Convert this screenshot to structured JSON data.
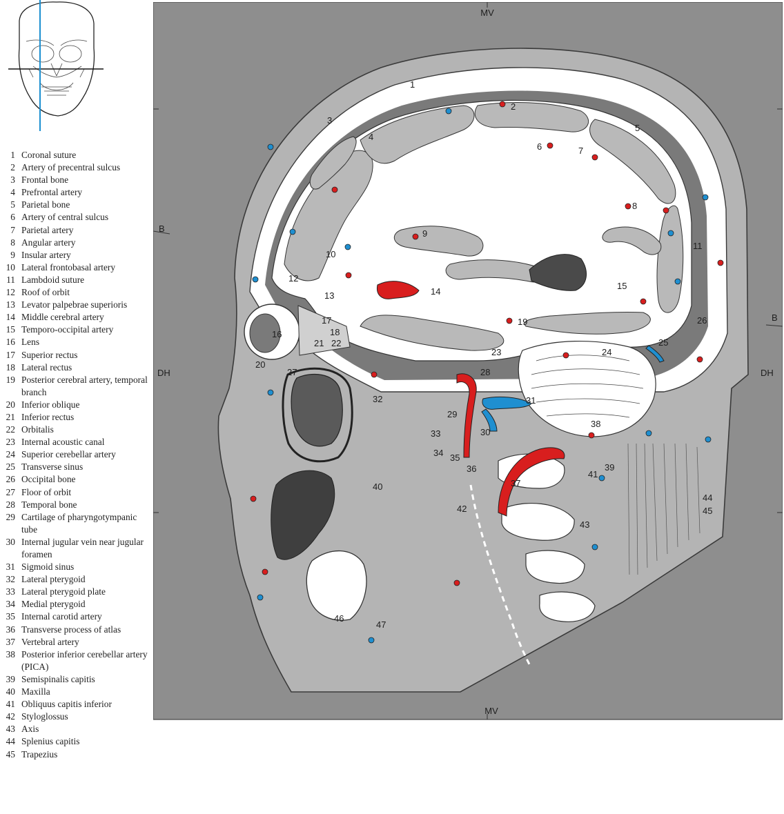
{
  "orientation_labels": {
    "top": "MV",
    "bottom": "MV",
    "left_upper": "B",
    "right_upper": "B",
    "left_mid": "DH",
    "right_mid": "DH"
  },
  "colors": {
    "artery": "#d81e1e",
    "vein": "#1f8fd0",
    "panel": "#8e8e8e",
    "scalp": "#b4b4b4",
    "brain_white": "#ffffff",
    "brain_grey": "#b9b9b9"
  },
  "legend": [
    {
      "num": "1",
      "text": "Coronal suture"
    },
    {
      "num": "2",
      "text": "Artery of precentral sulcus"
    },
    {
      "num": "3",
      "text": "Frontal bone"
    },
    {
      "num": "4",
      "text": "Prefrontal artery"
    },
    {
      "num": "5",
      "text": "Parietal bone"
    },
    {
      "num": "6",
      "text": "Artery of central sulcus"
    },
    {
      "num": "7",
      "text": "Parietal artery"
    },
    {
      "num": "8",
      "text": "Angular artery"
    },
    {
      "num": "9",
      "text": "Insular artery"
    },
    {
      "num": "10",
      "text": "Lateral frontobasal artery"
    },
    {
      "num": "11",
      "text": "Lambdoid suture"
    },
    {
      "num": "12",
      "text": "Roof of orbit"
    },
    {
      "num": "13",
      "text": "Levator palpebrae superioris"
    },
    {
      "num": "14",
      "text": "Middle cerebral artery"
    },
    {
      "num": "15",
      "text": "Temporo-occipital artery"
    },
    {
      "num": "16",
      "text": "Lens"
    },
    {
      "num": "17",
      "text": "Superior rectus"
    },
    {
      "num": "18",
      "text": "Lateral rectus"
    },
    {
      "num": "19",
      "text": "Posterior cerebral artery, temporal branch"
    },
    {
      "num": "20",
      "text": "Inferior oblique"
    },
    {
      "num": "21",
      "text": "Inferior rectus"
    },
    {
      "num": "22",
      "text": "Orbitalis"
    },
    {
      "num": "23",
      "text": "Internal acoustic canal"
    },
    {
      "num": "24",
      "text": "Superior cerebellar artery"
    },
    {
      "num": "25",
      "text": "Transverse sinus"
    },
    {
      "num": "26",
      "text": "Occipital bone"
    },
    {
      "num": "27",
      "text": "Floor of orbit"
    },
    {
      "num": "28",
      "text": "Temporal bone"
    },
    {
      "num": "29",
      "text": "Cartilage of pharyngotympanic tube"
    },
    {
      "num": "30",
      "text": "Internal jugular vein near jugular foramen"
    },
    {
      "num": "31",
      "text": "Sigmoid sinus"
    },
    {
      "num": "32",
      "text": "Lateral pterygoid"
    },
    {
      "num": "33",
      "text": "Lateral pterygoid plate"
    },
    {
      "num": "34",
      "text": "Medial pterygoid"
    },
    {
      "num": "35",
      "text": "Internal carotid artery"
    },
    {
      "num": "36",
      "text": "Transverse process of atlas"
    },
    {
      "num": "37",
      "text": "Vertebral artery"
    },
    {
      "num": "38",
      "text": "Posterior inferior cerebellar artery (PICA)"
    },
    {
      "num": "39",
      "text": "Semispinalis capitis"
    },
    {
      "num": "40",
      "text": "Maxilla"
    },
    {
      "num": "41",
      "text": "Obliquus capitis inferior"
    },
    {
      "num": "42",
      "text": "Styloglossus"
    },
    {
      "num": "43",
      "text": "Axis"
    },
    {
      "num": "44",
      "text": "Splenius capitis"
    },
    {
      "num": "45",
      "text": "Trapezius"
    }
  ]
}
